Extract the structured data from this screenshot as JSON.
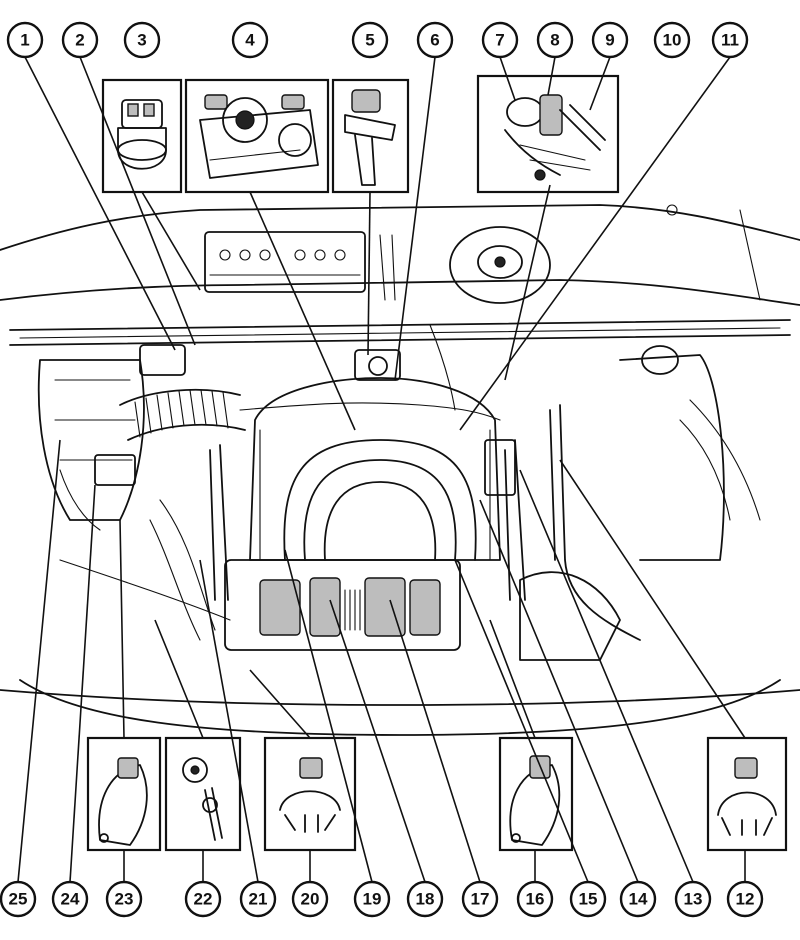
{
  "callouts": [
    {
      "id": 1,
      "label": "1"
    },
    {
      "id": 2,
      "label": "2"
    },
    {
      "id": 3,
      "label": "3"
    },
    {
      "id": 4,
      "label": "4"
    },
    {
      "id": 5,
      "label": "5"
    },
    {
      "id": 6,
      "label": "6"
    },
    {
      "id": 7,
      "label": "7"
    },
    {
      "id": 8,
      "label": "8"
    },
    {
      "id": 9,
      "label": "9"
    },
    {
      "id": 10,
      "label": "10"
    },
    {
      "id": 11,
      "label": "11"
    },
    {
      "id": 12,
      "label": "12"
    },
    {
      "id": 13,
      "label": "13"
    },
    {
      "id": 14,
      "label": "14"
    },
    {
      "id": 15,
      "label": "15"
    },
    {
      "id": 16,
      "label": "16"
    },
    {
      "id": 17,
      "label": "17"
    },
    {
      "id": 18,
      "label": "18"
    },
    {
      "id": 19,
      "label": "19"
    },
    {
      "id": 20,
      "label": "20"
    },
    {
      "id": 21,
      "label": "21"
    },
    {
      "id": 22,
      "label": "22"
    },
    {
      "id": 23,
      "label": "23"
    },
    {
      "id": 24,
      "label": "24"
    },
    {
      "id": 25,
      "label": "25"
    }
  ],
  "colors": {
    "ink": "#111111",
    "paper": "#ffffff"
  }
}
